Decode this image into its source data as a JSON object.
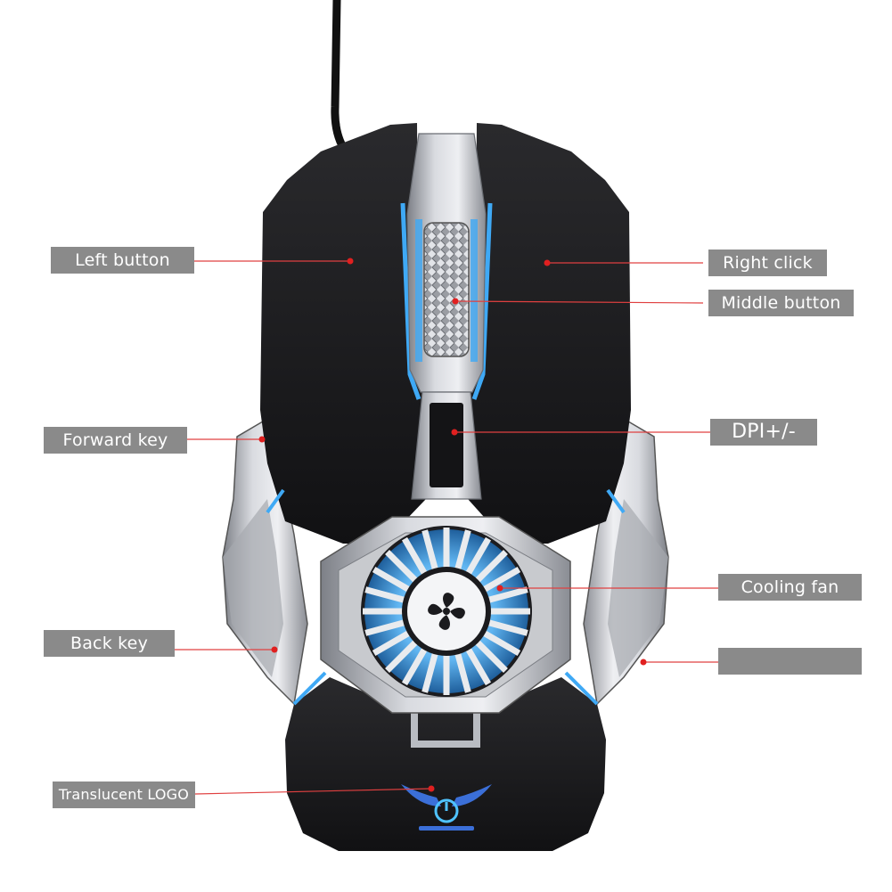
{
  "callouts": {
    "left_button": "Left button",
    "right_click": "Right click",
    "middle_button": "Middle button",
    "forward_key": "Forward key",
    "dpi": "DPI+/-",
    "cooling_fan": "Cooling fan",
    "back_key": "Back key",
    "side_button": "",
    "translucent_logo": "Translucent LOGO"
  },
  "colors": {
    "label_bg": "#8a8a8a",
    "label_text": "#ffffff",
    "leader_line": "#e04040",
    "marker_dot": "#e02020",
    "mouse_shell": "#1c1c1e",
    "mouse_metal": "#b9bcc2",
    "led_blue": "#3fa9f5"
  }
}
